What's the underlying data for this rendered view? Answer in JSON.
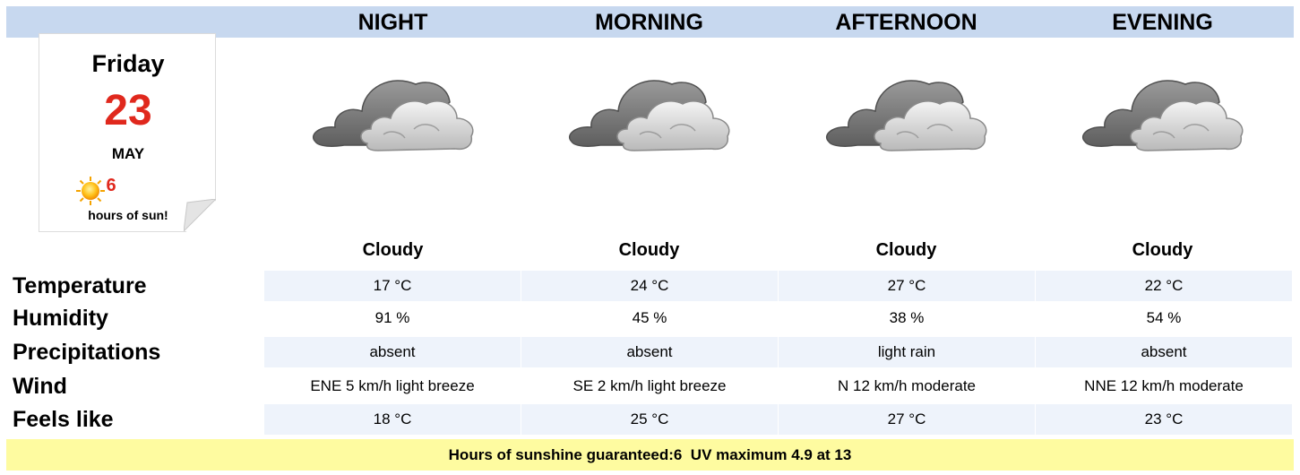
{
  "periods": [
    {
      "name": "NIGHT",
      "condition": "Cloudy",
      "icon": "cloudy-icon",
      "temperature": "17 °C",
      "humidity": "91 %",
      "precipitations": "absent",
      "wind": "ENE 5 km/h light breeze",
      "feels_like": "18 °C"
    },
    {
      "name": "MORNING",
      "condition": "Cloudy",
      "icon": "cloudy-icon",
      "temperature": "24 °C",
      "humidity": "45 %",
      "precipitations": "absent",
      "wind": "SE 2 km/h light breeze",
      "feels_like": "25 °C"
    },
    {
      "name": "AFTERNOON",
      "condition": "Cloudy",
      "icon": "cloudy-icon",
      "temperature": "27 °C",
      "humidity": "38 %",
      "precipitations": "light rain",
      "wind": "N 12 km/h moderate",
      "feels_like": "27 °C"
    },
    {
      "name": "EVENING",
      "condition": "Cloudy",
      "icon": "cloudy-icon",
      "temperature": "22 °C",
      "humidity": "54 %",
      "precipitations": "absent",
      "wind": "NNE 12 km/h moderate",
      "feels_like": "23 °C"
    }
  ],
  "date_card": {
    "day_name": "Friday",
    "day_number": "23",
    "month": "MAY",
    "sun_hours": "6",
    "sun_label": "hours of sun!",
    "sun_icon": "sun-icon"
  },
  "row_labels": {
    "temperature": "Temperature",
    "humidity": "Humidity",
    "precipitations": "Precipitations",
    "wind": "Wind",
    "feels_like": "Feels like"
  },
  "footer_text": "Hours of sunshine guaranteed:6  UV maximum 4.9 at 13",
  "colors": {
    "header_band": "#c7d8ef",
    "row_shade": "#eef3fb",
    "accent_red": "#e0281d",
    "footer_band": "#fefba0"
  }
}
